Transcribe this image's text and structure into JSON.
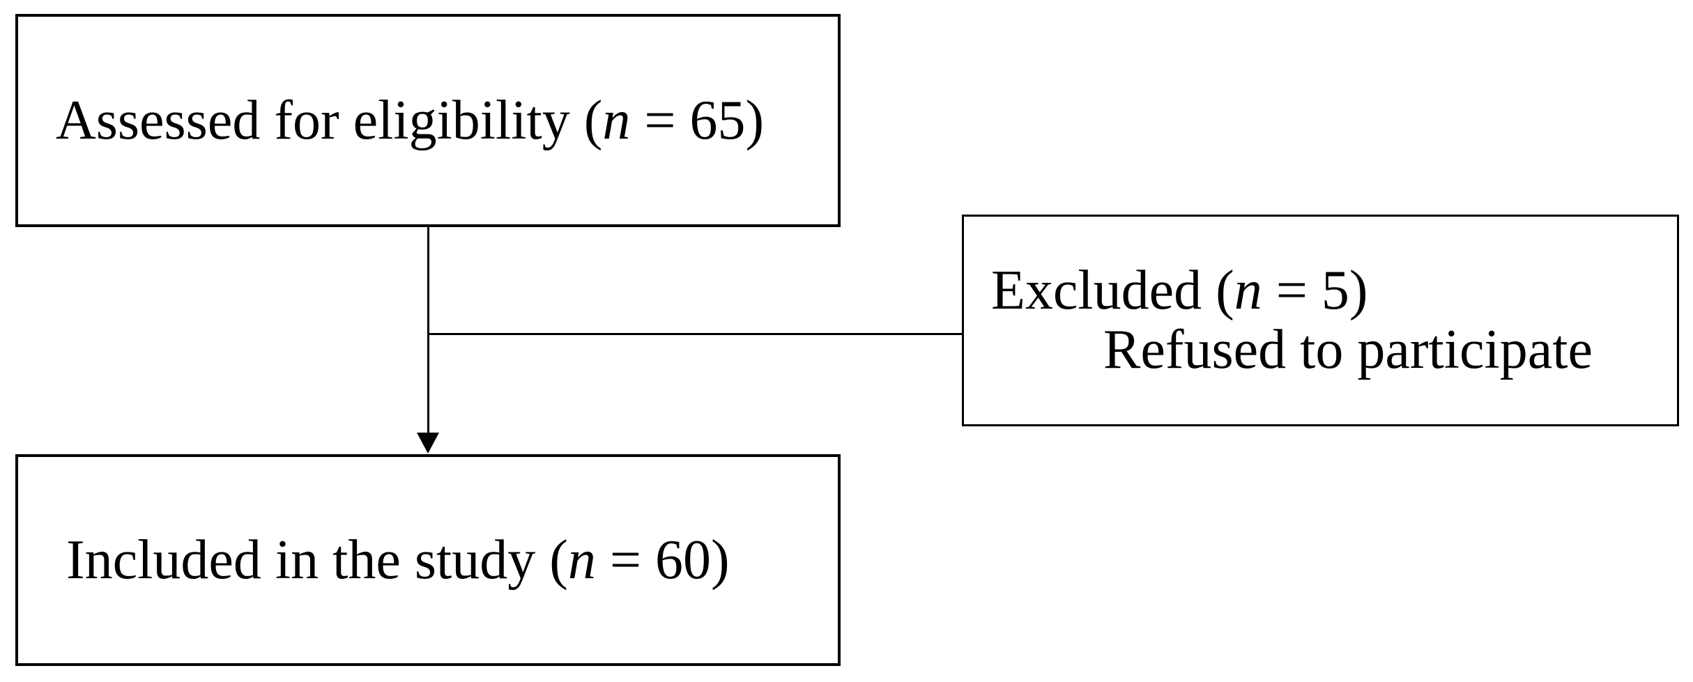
{
  "diagram": {
    "type": "participant-flow-diagram",
    "boxes": {
      "assessed": {
        "prefix": "Assessed for eligibility (",
        "n_var": "n",
        "suffix": " = 65)"
      },
      "excluded": {
        "prefix": "Excluded (",
        "n_var": "n",
        "suffix": " = 5)",
        "reason": "Refused to participate"
      },
      "included": {
        "prefix": "Included in the study (",
        "n_var": "n",
        "suffix": " = 60)"
      }
    },
    "colors": {
      "stroke": "#000000",
      "text": "#000000",
      "background": "#ffffff"
    }
  }
}
